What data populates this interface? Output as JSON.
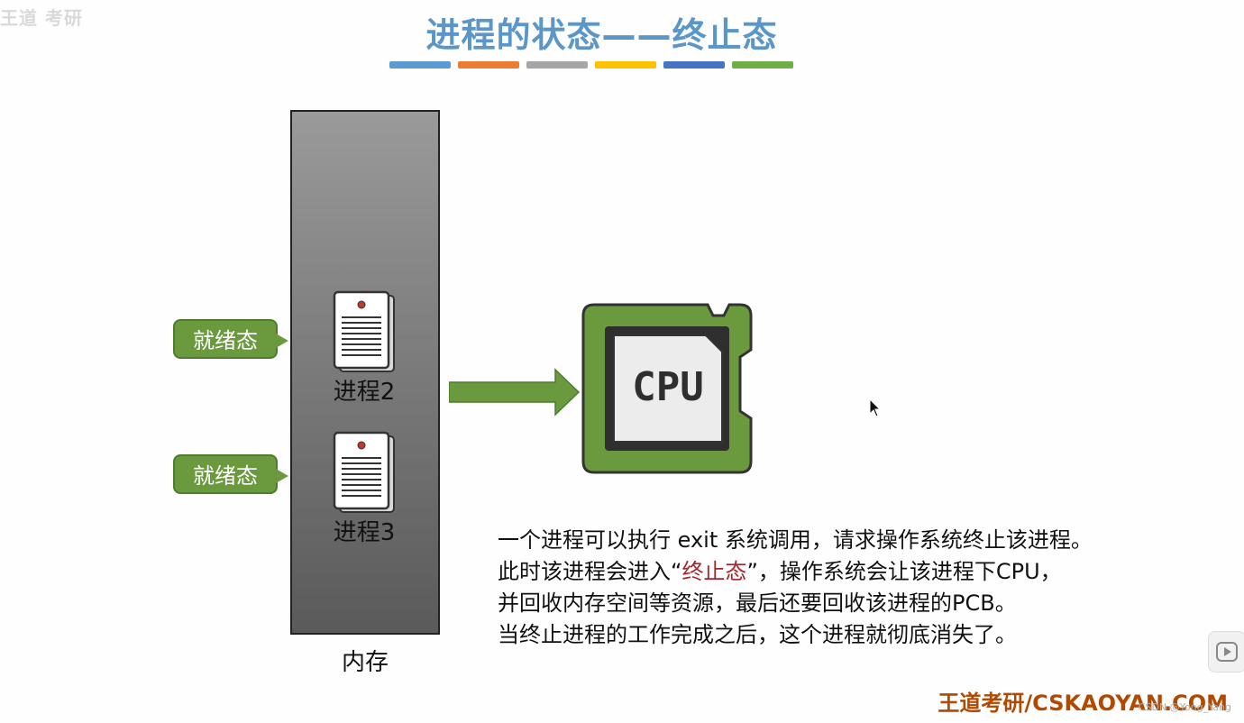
{
  "watermark": "王道 考研",
  "title": "进程的状态——终止态",
  "title_bar_colors": [
    "#5b9bd5",
    "#ed7d31",
    "#a5a5a5",
    "#ffc000",
    "#4472c4",
    "#70ad47"
  ],
  "memory_label": "内存",
  "processes": [
    {
      "name": "进程2",
      "state": "就绪态"
    },
    {
      "name": "进程3",
      "state": "就绪态"
    }
  ],
  "cpu_label": "CPU",
  "description": {
    "line1": "一个进程可以执行 exit 系统调用，请求操作系统终止该进程。",
    "line2_a": "此时该进程会进入“",
    "line2_red": "终止态",
    "line2_b": "”，操作系统会让该进程下CPU，",
    "line3": "并回收内存空间等资源，最后还要回收该进程的PCB。",
    "line4": "当终止进程的工作完成之后，这个进程就彻底消失了。"
  },
  "footer": {
    "brand": "王道考研/CSKAOYAN.COM",
    "csdn": "CSDN @Yong_Yang"
  },
  "colors": {
    "title": "#5a97c8",
    "callout": "#6b9a3e",
    "arrow": "#6b9a3e",
    "cpu_green": "#6b9a3e",
    "highlight": "#a4262c",
    "brand": "#b14a00"
  }
}
